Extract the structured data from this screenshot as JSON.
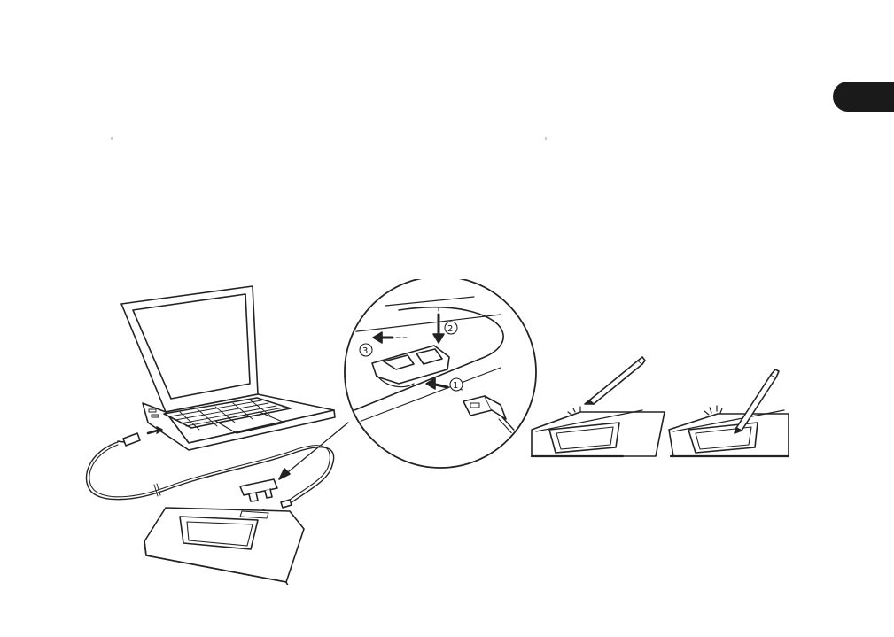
{
  "page": {
    "background": "#ffffff",
    "tab_color": "#1a1a1a",
    "line_color": "#222222"
  },
  "illustration": {
    "steps": [
      "1",
      "2",
      "3"
    ],
    "icons": [
      "laptop-icon",
      "usb-cable-icon",
      "usb-plug-icon",
      "cable-adapter-icon",
      "tablet-icon",
      "pen-icon",
      "tablet-light-icon",
      "arrow-icon"
    ]
  }
}
